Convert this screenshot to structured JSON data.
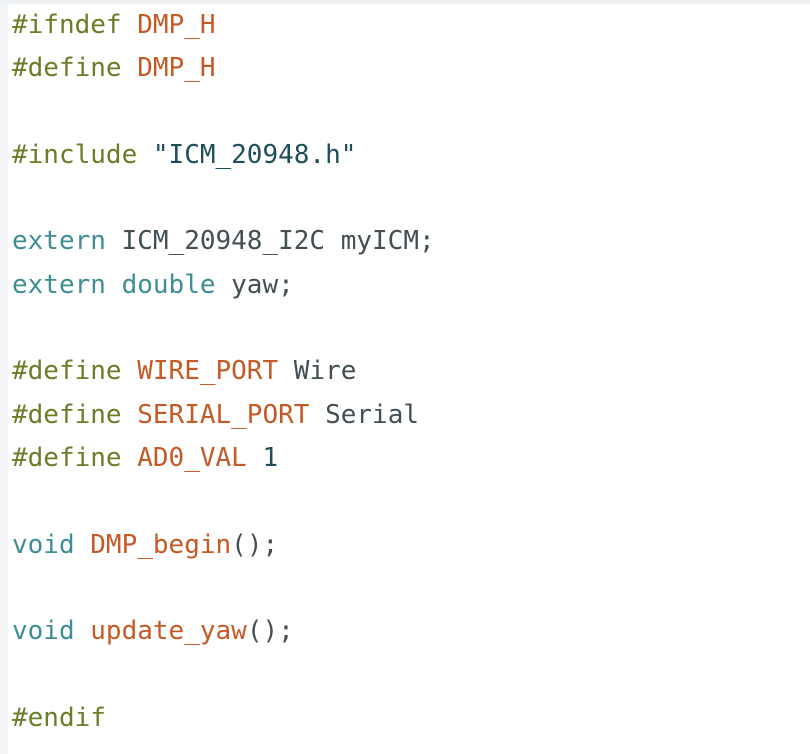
{
  "editor": {
    "lines": [
      [
        {
          "text": "#ifndef",
          "type": "preproc"
        },
        {
          "text": " ",
          "type": "ident"
        },
        {
          "text": "DMP_H",
          "type": "macro"
        }
      ],
      [
        {
          "text": "#define",
          "type": "preproc"
        },
        {
          "text": " ",
          "type": "ident"
        },
        {
          "text": "DMP_H",
          "type": "macro"
        }
      ],
      [],
      [
        {
          "text": "#include",
          "type": "preproc"
        },
        {
          "text": " ",
          "type": "ident"
        },
        {
          "text": "\"ICM_20948.h\"",
          "type": "string"
        }
      ],
      [],
      [
        {
          "text": "extern",
          "type": "keyword"
        },
        {
          "text": " ICM_20948_I2C myICM",
          "type": "ident"
        },
        {
          "text": ";",
          "type": "punct"
        }
      ],
      [
        {
          "text": "extern",
          "type": "keyword"
        },
        {
          "text": " ",
          "type": "ident"
        },
        {
          "text": "double",
          "type": "keyword"
        },
        {
          "text": " yaw",
          "type": "ident"
        },
        {
          "text": ";",
          "type": "punct"
        }
      ],
      [],
      [
        {
          "text": "#define",
          "type": "preproc"
        },
        {
          "text": " ",
          "type": "ident"
        },
        {
          "text": "WIRE_PORT",
          "type": "macro"
        },
        {
          "text": " Wire",
          "type": "ident"
        }
      ],
      [
        {
          "text": "#define",
          "type": "preproc"
        },
        {
          "text": " ",
          "type": "ident"
        },
        {
          "text": "SERIAL_PORT",
          "type": "macro"
        },
        {
          "text": " Serial",
          "type": "ident"
        }
      ],
      [
        {
          "text": "#define",
          "type": "preproc"
        },
        {
          "text": " ",
          "type": "ident"
        },
        {
          "text": "AD0_VAL",
          "type": "macro"
        },
        {
          "text": " ",
          "type": "ident"
        },
        {
          "text": "1",
          "type": "number"
        }
      ],
      [],
      [
        {
          "text": "void",
          "type": "keyword"
        },
        {
          "text": " ",
          "type": "ident"
        },
        {
          "text": "DMP_begin",
          "type": "func"
        },
        {
          "text": "();",
          "type": "punct"
        }
      ],
      [],
      [
        {
          "text": "void",
          "type": "keyword"
        },
        {
          "text": " ",
          "type": "ident"
        },
        {
          "text": "update_yaw",
          "type": "func"
        },
        {
          "text": "();",
          "type": "punct"
        }
      ],
      [],
      [
        {
          "text": "#endif",
          "type": "preproc"
        }
      ]
    ]
  }
}
